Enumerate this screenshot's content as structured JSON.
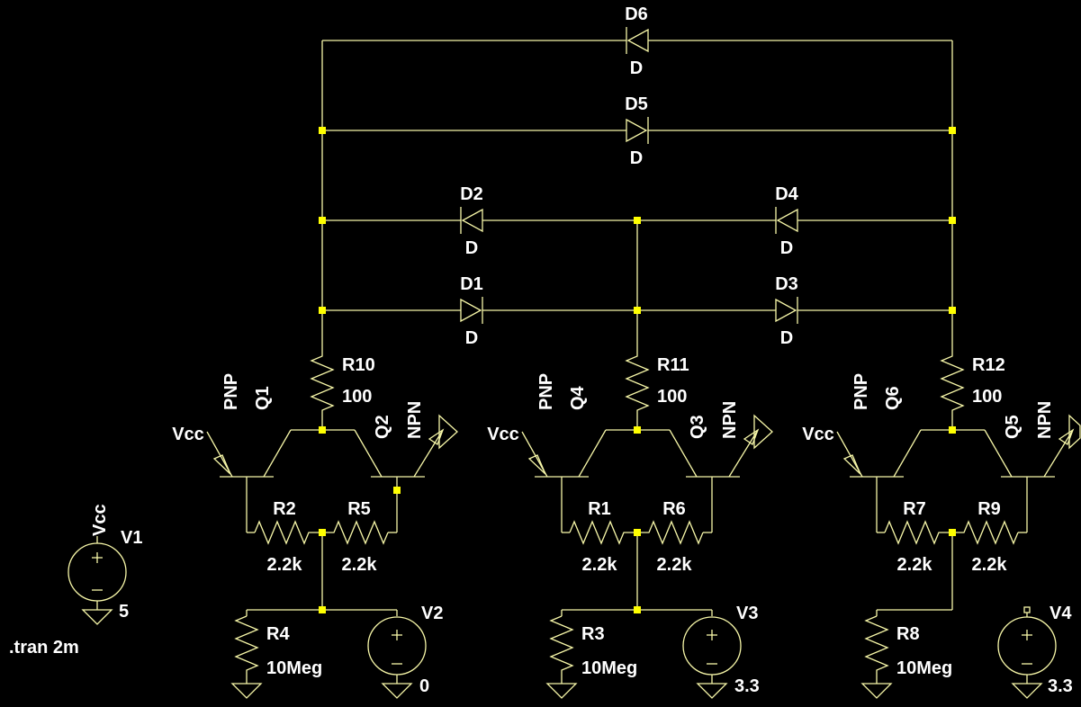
{
  "colors": {
    "background": "#000000",
    "wire": "#f7f7a8",
    "junction": "#ffff00",
    "text": "#ffffff"
  },
  "diodes": [
    {
      "ref": "D6",
      "model": "D"
    },
    {
      "ref": "D5",
      "model": "D"
    },
    {
      "ref": "D2",
      "model": "D"
    },
    {
      "ref": "D4",
      "model": "D"
    },
    {
      "ref": "D1",
      "model": "D"
    },
    {
      "ref": "D3",
      "model": "D"
    }
  ],
  "resistors": [
    {
      "ref": "R10",
      "value": "100"
    },
    {
      "ref": "R11",
      "value": "100"
    },
    {
      "ref": "R12",
      "value": "100"
    },
    {
      "ref": "R2",
      "value": "2.2k"
    },
    {
      "ref": "R5",
      "value": "2.2k"
    },
    {
      "ref": "R1",
      "value": "2.2k"
    },
    {
      "ref": "R6",
      "value": "2.2k"
    },
    {
      "ref": "R7",
      "value": "2.2k"
    },
    {
      "ref": "R9",
      "value": "2.2k"
    },
    {
      "ref": "R4",
      "value": "10Meg"
    },
    {
      "ref": "R3",
      "value": "10Meg"
    },
    {
      "ref": "R8",
      "value": "10Meg"
    }
  ],
  "transistors": [
    {
      "ref": "Q1",
      "model": "PNP",
      "emitter_net": "Vcc"
    },
    {
      "ref": "Q2",
      "model": "NPN"
    },
    {
      "ref": "Q4",
      "model": "PNP",
      "emitter_net": "Vcc"
    },
    {
      "ref": "Q3",
      "model": "NPN"
    },
    {
      "ref": "Q6",
      "model": "PNP",
      "emitter_net": "Vcc"
    },
    {
      "ref": "Q5",
      "model": "NPN"
    }
  ],
  "sources": [
    {
      "ref": "V1",
      "net": "Vcc",
      "value": "5"
    },
    {
      "ref": "V2",
      "value": "0"
    },
    {
      "ref": "V3",
      "value": "3.3"
    },
    {
      "ref": "V4",
      "value": "3.3"
    }
  ],
  "directive": ".tran 2m"
}
